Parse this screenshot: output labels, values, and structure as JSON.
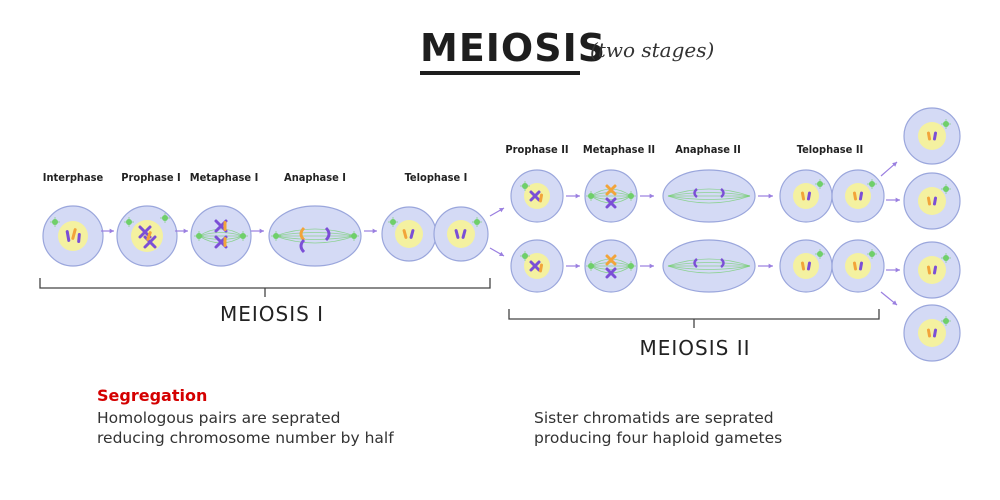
{
  "title": "MEIOSIS",
  "subtitle": "(two stages)",
  "phases": {
    "interphase": "Interphase",
    "prophase1": "Prophase I",
    "metaphase1": "Metaphase I",
    "anaphase1": "Anaphase I",
    "telophase1": "Telophase I",
    "prophase2": "Prophase II",
    "metaphase2": "Metaphase II",
    "anaphase2": "Anaphase II",
    "telophase2": "Telophase II"
  },
  "sections": {
    "meiosis1": "MEIOSIS I",
    "meiosis2": "MEIOSIS II"
  },
  "segregation": {
    "title": "Segregation",
    "meiosis1_line1": "Homologous pairs are seprated",
    "meiosis1_line2": "reducing chromosome number by half",
    "meiosis2_line1": "Sister chromatids are seprated",
    "meiosis2_line2": "producing four haploid gametes"
  },
  "colors": {
    "cell_fill": "#d4daf5",
    "cell_stroke": "#9aa6dc",
    "nucleus": "#f4f1a0",
    "chromosome_purple": "#7b4fd6",
    "chromosome_orange": "#f2a43a",
    "spindle": "#6fcf6a",
    "arrow": "#9a7fe0",
    "text": "#222222",
    "accent_red": "#d40000"
  }
}
